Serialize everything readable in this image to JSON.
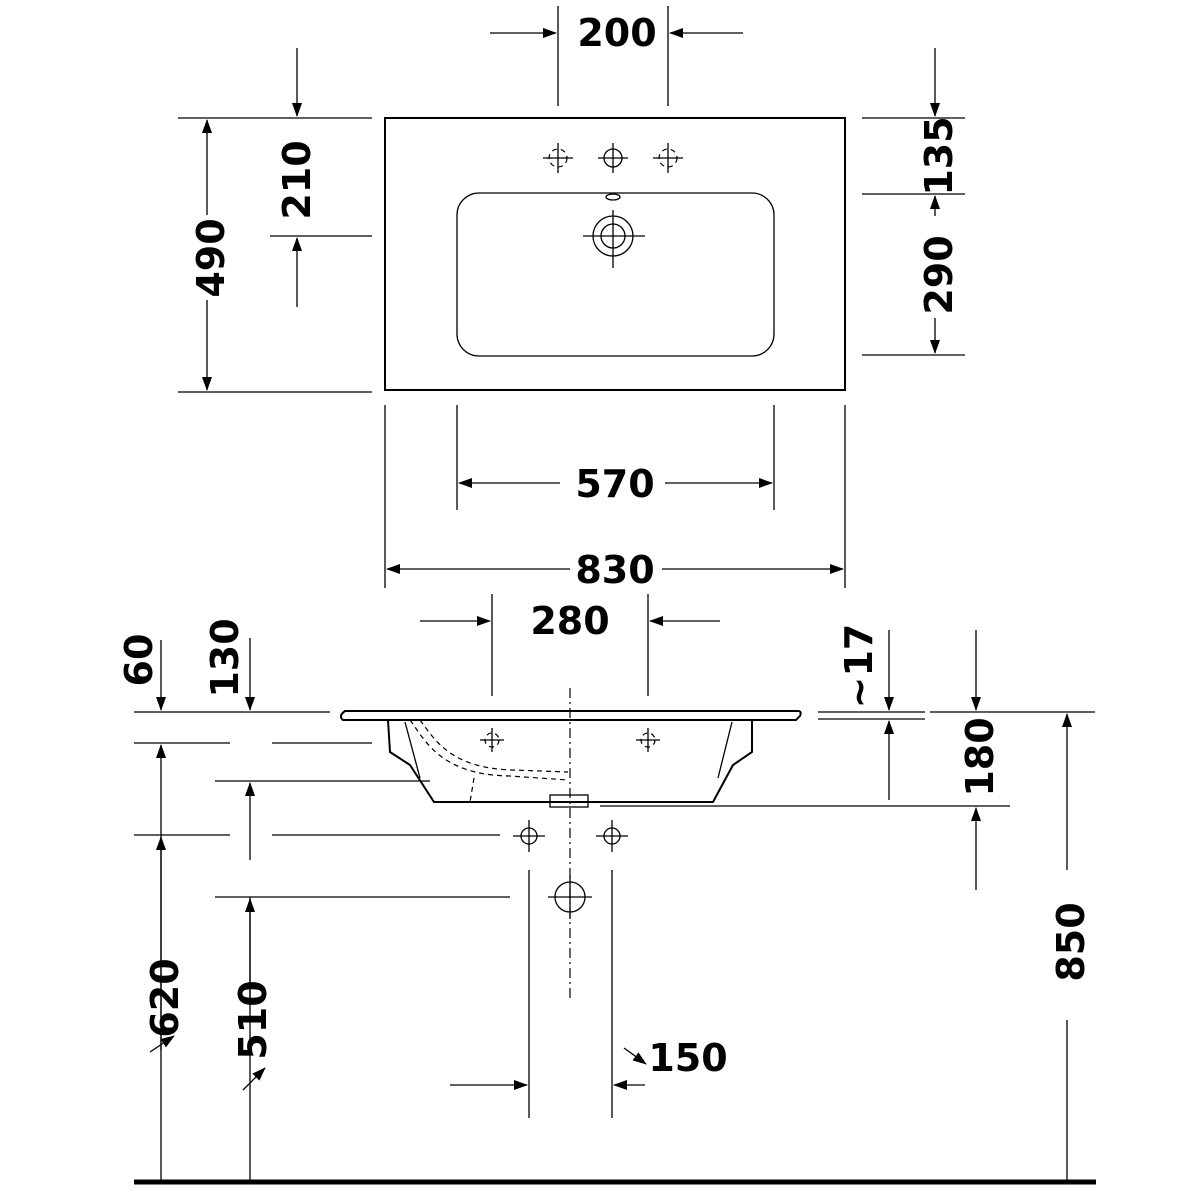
{
  "drawing": {
    "top_view": {
      "dims": {
        "tap_spacing": "200",
        "depth_total": "490",
        "rim_to_tap": "210",
        "back_to_bowl": "135",
        "bowl_depth": "290",
        "bowl_width": "570",
        "overall_width": "830"
      }
    },
    "side_view": {
      "dims": {
        "outlet_spacing": "280",
        "rim_thickness": "60",
        "rim_to_overflow": "130",
        "back_lip": "~17",
        "basin_height": "180",
        "floor_to_trap_top": "620",
        "floor_to_waste": "510",
        "floor_to_rim": "850",
        "trap_width": "150"
      }
    }
  }
}
